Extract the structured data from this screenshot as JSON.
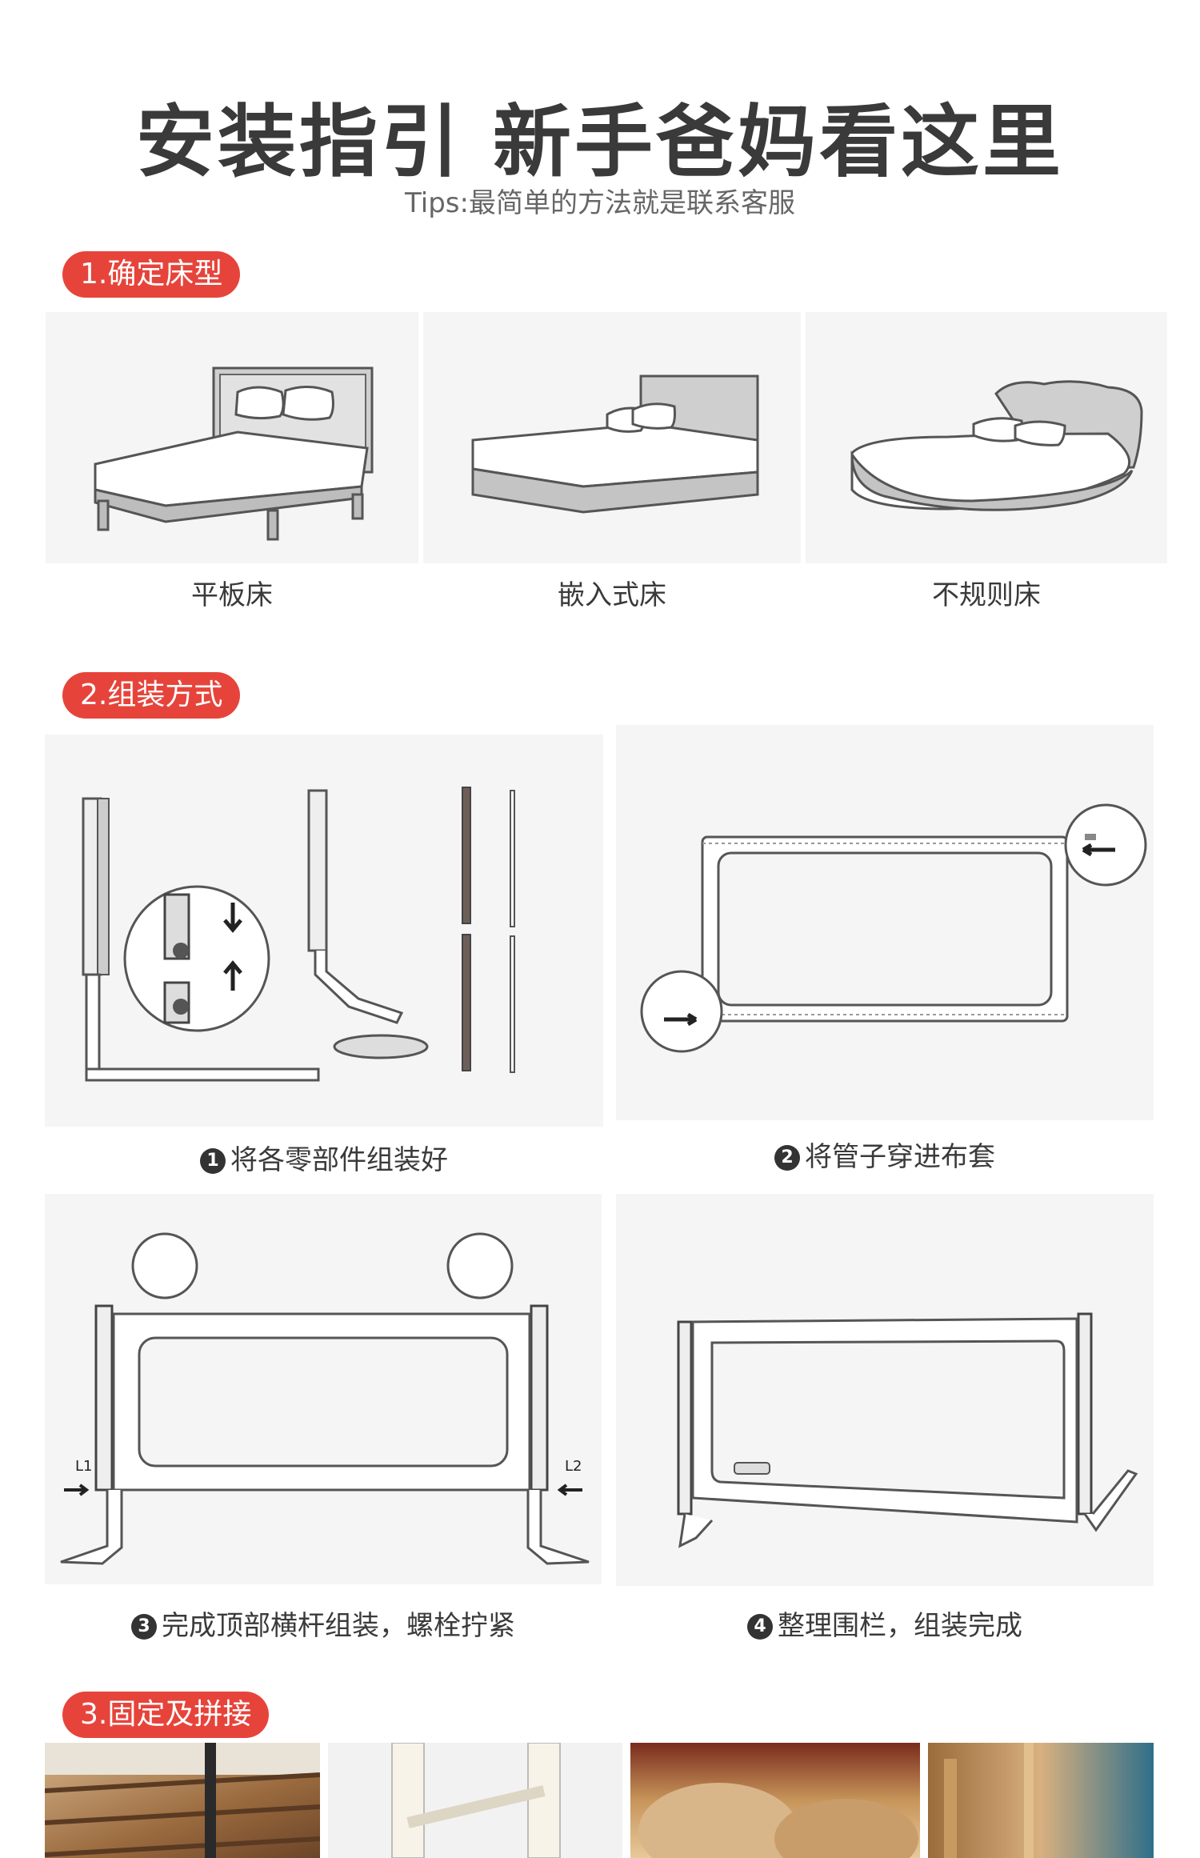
{
  "header": {
    "title": "安装指引  新手爸妈看这里",
    "tips": "Tips:最简单的方法就是联系客服"
  },
  "section1": {
    "label": "1.确定床型",
    "beds": [
      {
        "label": "平板床"
      },
      {
        "label": "嵌入式床"
      },
      {
        "label": "不规则床"
      }
    ]
  },
  "section2": {
    "label": "2.组装方式",
    "steps": [
      {
        "num": "1",
        "label": "将各零部件组装好"
      },
      {
        "num": "2",
        "label": "将管子穿进布套"
      },
      {
        "num": "3",
        "label": "完成顶部横杆组装，螺栓拧紧"
      },
      {
        "num": "4",
        "label": "整理围栏，组装完成"
      }
    ],
    "callouts": {
      "left": "L1",
      "right": "L2"
    }
  },
  "section3": {
    "label": "3.固定及拼接"
  },
  "colors": {
    "accent": "#e6443b",
    "panel": "#f5f5f5",
    "line": "#555555"
  }
}
